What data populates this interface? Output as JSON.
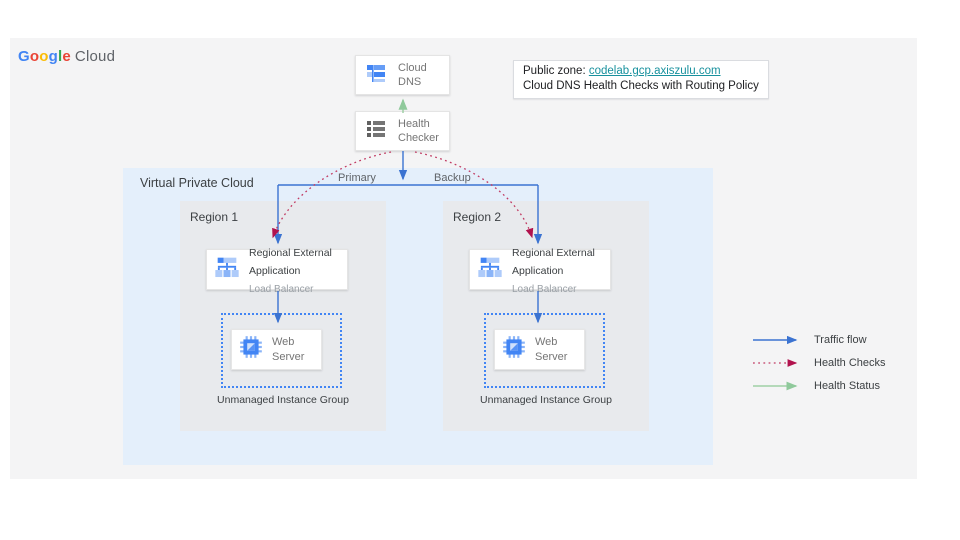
{
  "brand": {
    "letters": [
      {
        "ch": "G",
        "color": "#4285F4"
      },
      {
        "ch": "o",
        "color": "#EA4335"
      },
      {
        "ch": "o",
        "color": "#FBBC05"
      },
      {
        "ch": "g",
        "color": "#4285F4"
      },
      {
        "ch": "l",
        "color": "#34A853"
      },
      {
        "ch": "e",
        "color": "#EA4335"
      }
    ],
    "suffix": "Cloud"
  },
  "annotation": {
    "prefix": "Public zone: ",
    "link": "codelab.gcp.axiszulu.com",
    "line2": "Cloud DNS Health Checks with Routing Policy"
  },
  "nodes": {
    "cloud_dns": "Cloud DNS",
    "health_checker": "Health Checker"
  },
  "vpc_label": "Virtual Private Cloud",
  "edge_labels": {
    "primary": "Primary",
    "backup": "Backup"
  },
  "regions": [
    {
      "label": "Region 1",
      "lb_title": "Regional External Application",
      "lb_subtitle": "Load Balancer",
      "server_label": "Web Server",
      "group_label": "Unmanaged Instance Group"
    },
    {
      "label": "Region 2",
      "lb_title": "Regional External Application",
      "lb_subtitle": "Load Balancer",
      "server_label": "Web Server",
      "group_label": "Unmanaged Instance Group"
    }
  ],
  "legend": {
    "items": [
      {
        "label": "Traffic flow",
        "style": "solid",
        "color": "#3b73d1"
      },
      {
        "label": "Health Checks",
        "style": "dotted",
        "color": "#b1124d"
      },
      {
        "label": "Health Status",
        "style": "solid",
        "color": "#9fd0a5"
      }
    ]
  },
  "colors": {
    "panel_bg": "#f4f4f5",
    "vpc_bg": "#e4effb",
    "region_bg": "#e8eaed",
    "traffic_blue": "#3b73d1",
    "health_check_red": "#b1124d",
    "health_status_green": "#9fd0a5",
    "link_teal": "#18919e",
    "icon_blue_dark": "#4285f4",
    "icon_blue_light": "#aecbfa"
  }
}
